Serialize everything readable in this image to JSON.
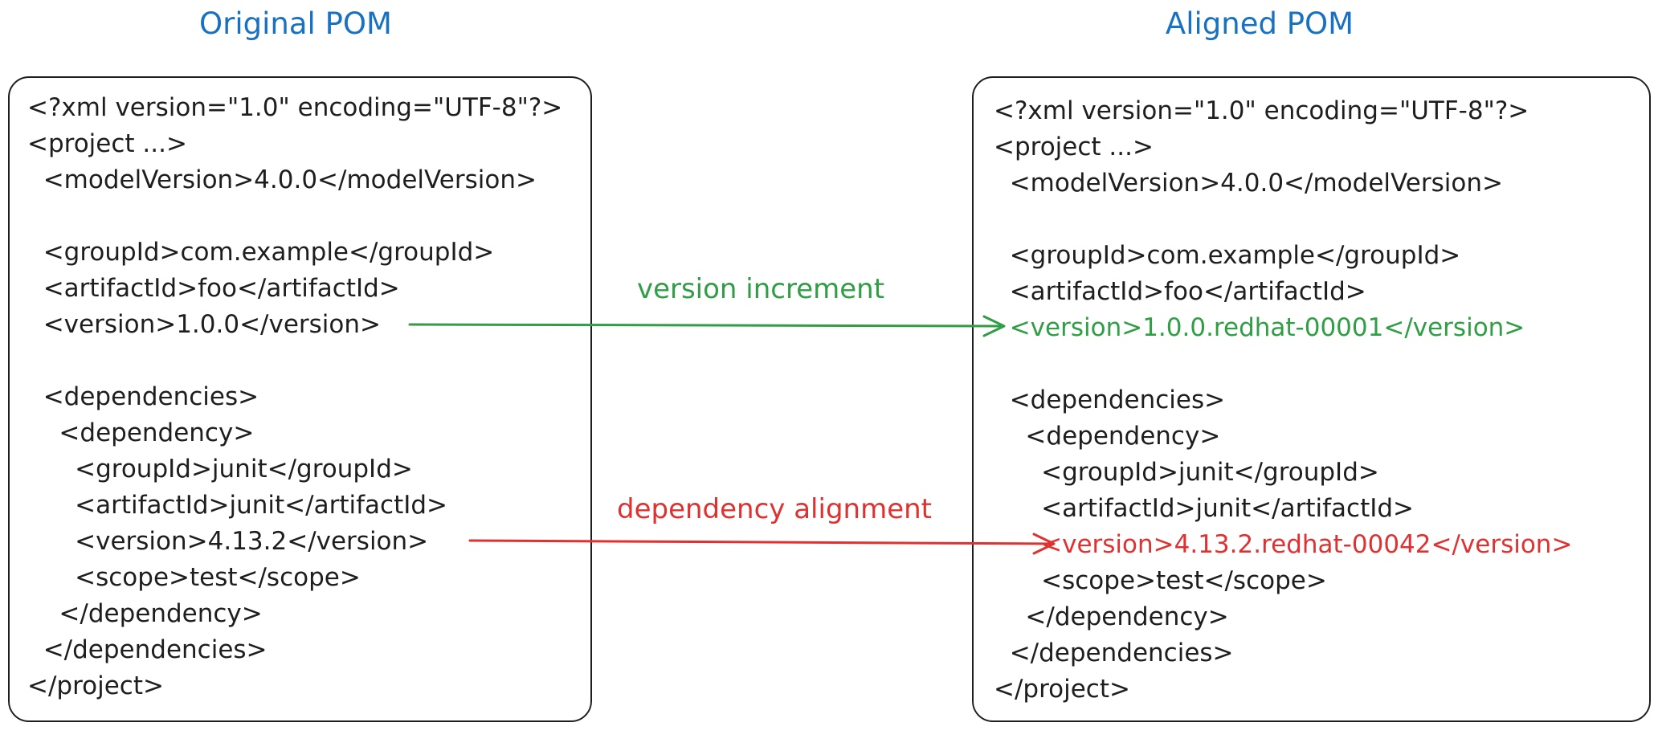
{
  "titles": {
    "original": "Original POM",
    "aligned": "Aligned POM"
  },
  "original_pom": [
    "<?xml version=\"1.0\" encoding=\"UTF-8\"?>",
    "<project ...>",
    "  <modelVersion>4.0.0</modelVersion>",
    "",
    "  <groupId>com.example</groupId>",
    "  <artifactId>foo</artifactId>",
    "  <version>1.0.0</version>",
    "",
    "  <dependencies>",
    "    <dependency>",
    "      <groupId>junit</groupId>",
    "      <artifactId>junit</artifactId>",
    "      <version>4.13.2</version>",
    "      <scope>test</scope>",
    "    </dependency>",
    "  </dependencies>",
    "</project>"
  ],
  "aligned_pom": [
    "<?xml version=\"1.0\" encoding=\"UTF-8\"?>",
    "<project ...>",
    "  <modelVersion>4.0.0</modelVersion>",
    "",
    "  <groupId>com.example</groupId>",
    "  <artifactId>foo</artifactId>",
    "  <version>1.0.0.redhat-00001</version>",
    "",
    "  <dependencies>",
    "    <dependency>",
    "      <groupId>junit</groupId>",
    "      <artifactId>junit</artifactId>",
    "      <version>4.13.2.redhat-00042</version>",
    "      <scope>test</scope>",
    "    </dependency>",
    "  </dependencies>",
    "</project>"
  ],
  "edges": {
    "version_label": "version increment",
    "dependency_label": "dependency alignment"
  },
  "colors": {
    "title": "#1971c2",
    "text": "#1e1e1e",
    "version_change": "#2f9e44",
    "dependency_change": "#e03131"
  }
}
